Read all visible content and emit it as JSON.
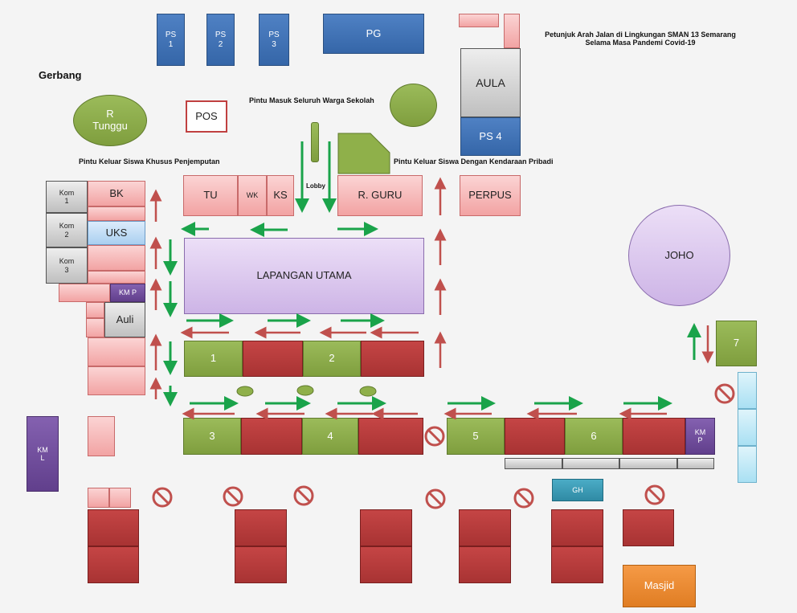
{
  "title": "Petunjuk Arah Jalan di Lingkungan SMAN 13 Semarang\nSelama Masa Pandemi Covid-19",
  "labels": {
    "gerbang": "Gerbang",
    "pintu_masuk": "Pintu Masuk Seluruh Warga Sekolah",
    "pintu_keluar_jemput": "Pintu Keluar Siswa Khusus Penjemputan",
    "pintu_keluar_pribadi": "Pintu Keluar Siswa Dengan Kendaraan Pribadi",
    "lobby": "Lobby"
  },
  "rooms": {
    "ps1": "PS\n1",
    "ps2": "PS\n2",
    "ps3": "PS\n3",
    "pg": "PG",
    "aula": "AULA",
    "ps4": "PS 4",
    "r_tunggu": "R\nTunggu",
    "pos": "POS",
    "tu": "TU",
    "wk": "WK",
    "ks": "KS",
    "r_guru": "R. GURU",
    "perpus": "PERPUS",
    "bk": "BK",
    "uks": "UKS",
    "kom1": "Kom\n1",
    "kom2": "Kom\n2",
    "kom3": "Kom\n3",
    "kmp_left": "KM P",
    "auli": "Auli",
    "lapangan": "LAPANGAN UTAMA",
    "joho": "JOHO",
    "c1": "1",
    "c2": "2",
    "c3": "3",
    "c4": "4",
    "c5": "5",
    "c6": "6",
    "c7": "7",
    "kmp_right": "KM\nP",
    "kml": "KM\nL",
    "gh": "GH",
    "masjid": "Masjid"
  },
  "colors": {
    "arrow_green": "#1aa34a",
    "arrow_red": "#c0504d",
    "no_entry": "#c0504d"
  }
}
